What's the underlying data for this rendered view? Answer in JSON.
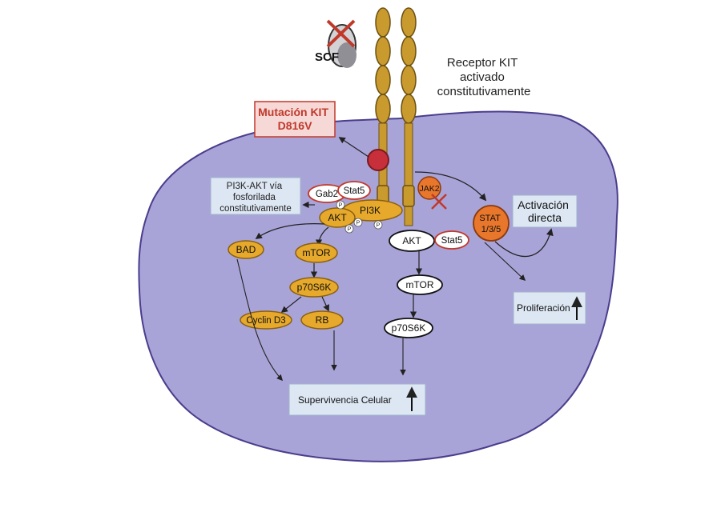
{
  "ligand": {
    "label": "SCF"
  },
  "receptor": {
    "label_lines": [
      "Receptor KIT",
      "activado",
      "constitutivamente"
    ]
  },
  "mutation": {
    "label_lines": [
      "Mutación KIT",
      "D816V"
    ]
  },
  "pi3k_box": {
    "label_lines": [
      "PI3K-AKT vía",
      "fosforilada",
      "constitutivamente"
    ]
  },
  "complex": {
    "gab2": "Gab2",
    "stat5": "Stat5",
    "akt": "AKT",
    "pi3k": "PI3K",
    "phospho": "P"
  },
  "left_branch": {
    "bad": "BAD",
    "mtor": "mTOR",
    "p70s6k": "p70S6K",
    "cyclin": "Cyclin D3",
    "rb": "RB"
  },
  "center_branch": {
    "akt": "AKT",
    "stat5": "Stat5",
    "mtor": "mTOR",
    "p70s6k": "p70S6K"
  },
  "right_branch": {
    "jak2": "JAK2",
    "stat_lines": [
      "STAT",
      "1/3/5"
    ]
  },
  "outputs": {
    "activation_lines": [
      "Activación",
      "directa"
    ],
    "proliferation": "Proliferación",
    "survival": "Supervivencia Celular"
  },
  "colors": {
    "cell": "#a9a4d8",
    "cell_stroke": "#4a3d8c",
    "receptor_gold": "#c99a2e",
    "protein_gold": "#e6a92b",
    "mutation_red": "#c0392b",
    "stat_orange": "#e8762b",
    "box_blue": "#dde7f3"
  }
}
